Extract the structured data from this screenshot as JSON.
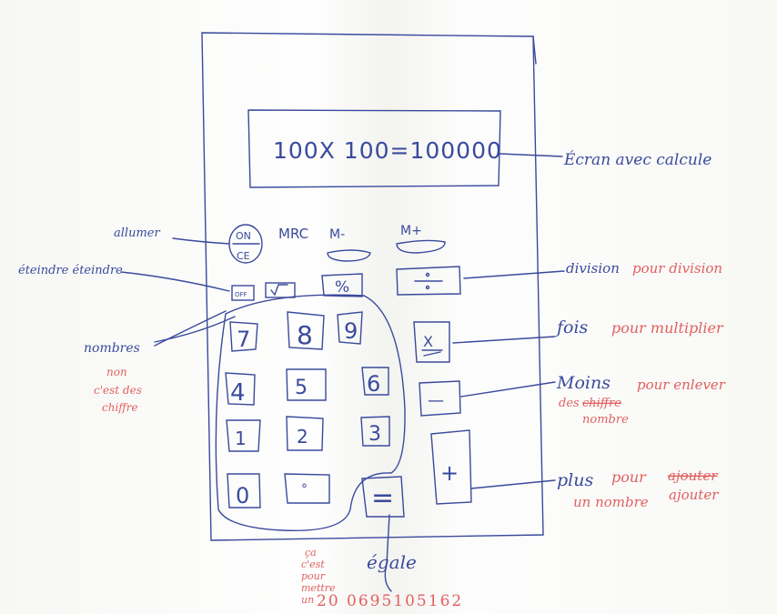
{
  "display": {
    "expression": "100X 100=100000"
  },
  "keys": {
    "on_top": "ON",
    "on_bottom": "CE",
    "mrc": "MRC",
    "m_minus": "M-",
    "m_plus": "M+",
    "off": "OFF",
    "sqrt": "√",
    "percent": "%",
    "divide": "÷",
    "digits": [
      "7",
      "8",
      "9",
      "4",
      "5",
      "6",
      "1",
      "2",
      "3",
      "0",
      "°"
    ],
    "multiply": "X",
    "minus": "—",
    "plus": "+",
    "equals": "="
  },
  "annotations": {
    "screen": "Écran avec calcule",
    "allumer": "allumer",
    "eteindre": "éteindre éteindre",
    "nombres": "nombres",
    "nombres_correction": [
      "non",
      "c'est des",
      "chiffre"
    ],
    "division_blue": "division",
    "division_red": "pour division",
    "fois_blue": "fois",
    "fois_red": "pour multiplier",
    "moins_blue": "Moins",
    "moins_red": "pour enlever",
    "moins_red_2": "des",
    "moins_red_strike": "chiffre",
    "moins_red_3": "nombre",
    "plus_blue": "plus",
    "plus_red": "pour",
    "plus_red_strike": "ajouter",
    "plus_red_2": "un nombre",
    "plus_red_3": "ajouter",
    "egale": "égale",
    "egale_red": [
      "ça",
      "c'est",
      "pour",
      "mettre",
      "un"
    ],
    "bottom_number": "20  0695105162"
  },
  "colors": {
    "pen_blue": "#3a4a9c",
    "pen_red": "#e0615f",
    "paper": "#fdfdfb"
  }
}
